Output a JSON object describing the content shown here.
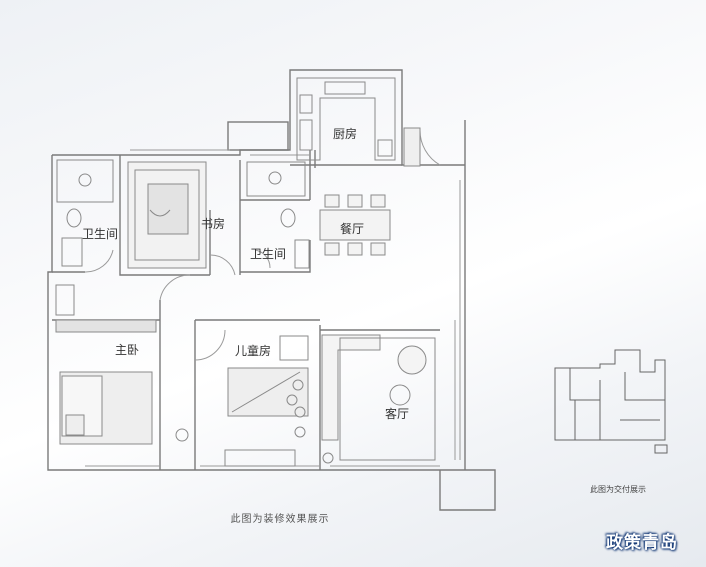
{
  "rooms": {
    "kitchen": "厨房",
    "dining": "餐厅",
    "study": "书房",
    "bathroom_left": "卫生间",
    "bathroom_mid": "卫生间",
    "master_bedroom": "主卧",
    "kids_room": "儿童房",
    "living_room": "客厅"
  },
  "captions": {
    "main": "此图为装修效果展示",
    "delivery": "此图为交付展示"
  },
  "watermark": "政策青岛",
  "colors": {
    "wall": "#7a7a7a",
    "line": "#9a9a9a",
    "fill": "#e3e3e3",
    "watermark_outline": "#0a3070"
  }
}
